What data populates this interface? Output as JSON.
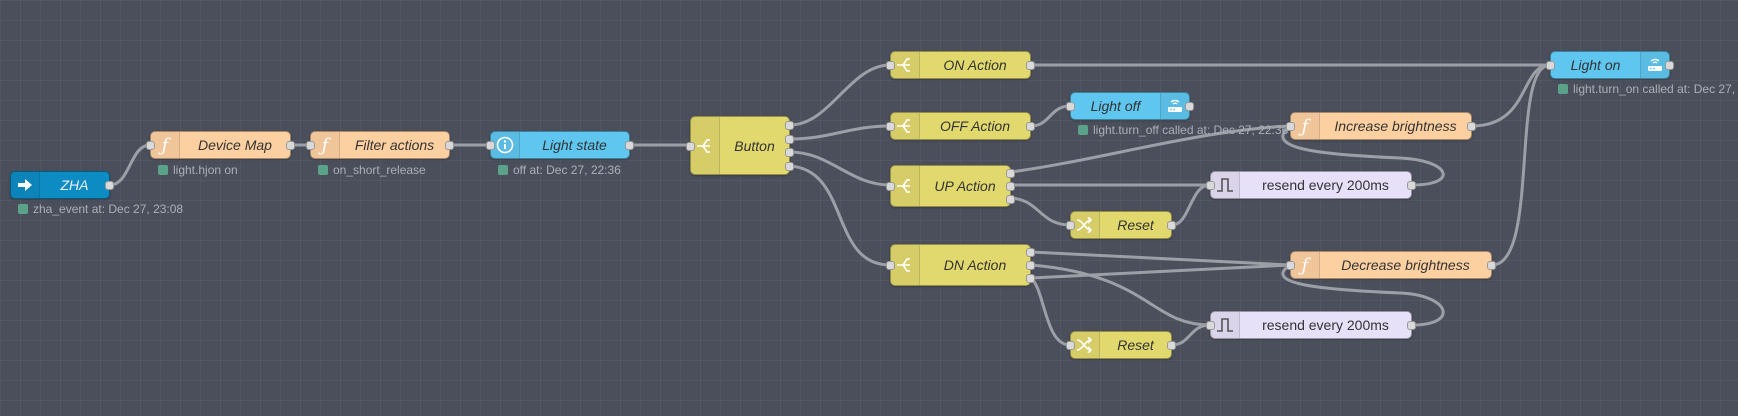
{
  "nodes": {
    "zha": {
      "label": "ZHA",
      "status": "zha_event at: Dec 27, 23:08",
      "icon": "arrow-right-icon"
    },
    "device_map": {
      "label": "Device Map",
      "status": "light.hjon on",
      "icon": "function-icon"
    },
    "filter_actions": {
      "label": "Filter actions",
      "status": "on_short_release",
      "icon": "function-icon"
    },
    "light_state": {
      "label": "Light state",
      "status": "off at: Dec 27, 22:36",
      "icon": "info-icon"
    },
    "button": {
      "label": "Button",
      "icon": "switch-icon"
    },
    "on_action": {
      "label": "ON Action",
      "icon": "switch-icon"
    },
    "off_action": {
      "label": "OFF Action",
      "icon": "switch-icon"
    },
    "up_action": {
      "label": "UP Action",
      "icon": "switch-icon"
    },
    "dn_action": {
      "label": "DN Action",
      "icon": "switch-icon"
    },
    "light_off": {
      "label": "Light off",
      "status": "light.turn_off called at: Dec 27, 22:36",
      "icon": "router-icon"
    },
    "light_on": {
      "label": "Light on",
      "status": "light.turn_on called at: Dec 27,",
      "icon": "router-icon"
    },
    "increase_brightness": {
      "label": "Increase brightness",
      "icon": "function-icon"
    },
    "decrease_brightness": {
      "label": "Decrease brightness",
      "icon": "function-icon"
    },
    "resend_up": {
      "label": "resend every 200ms",
      "icon": "trigger-icon"
    },
    "resend_dn": {
      "label": "resend every 200ms",
      "icon": "trigger-icon"
    },
    "reset_up": {
      "label": "Reset",
      "icon": "shuffle-icon"
    },
    "reset_dn": {
      "label": "Reset",
      "icon": "shuffle-icon"
    }
  },
  "colors": {
    "function": "#fdd0a2",
    "switch": "#e2d96e",
    "home_assistant": "#5fc6f0",
    "inject": "#0d8cc4",
    "trigger": "#e6e0f8",
    "wire": "#9c9fa6",
    "status_dot": "#5aa38a"
  }
}
